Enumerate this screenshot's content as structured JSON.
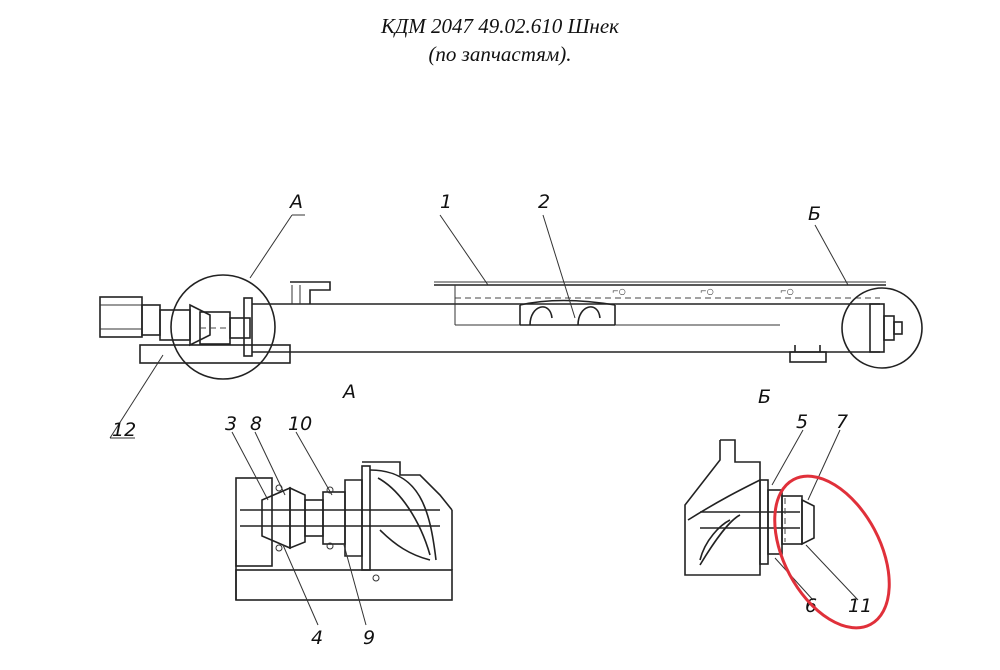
{
  "title": {
    "line1": "КДМ 2047 49.02.610 Шнек",
    "line2": "(по запчастям)."
  },
  "views": {
    "a_label": "А",
    "b_label": "Б",
    "a_detail_title": "А",
    "b_detail_title": "Б"
  },
  "callouts": {
    "c1": "1",
    "c2": "2",
    "c3": "3",
    "c4": "4",
    "c5": "5",
    "c6": "6",
    "c7": "7",
    "c8": "8",
    "c9": "9",
    "c10": "10",
    "c11": "11",
    "c12": "12"
  },
  "colors": {
    "highlight": "#e0303a",
    "ink": "#222222"
  }
}
